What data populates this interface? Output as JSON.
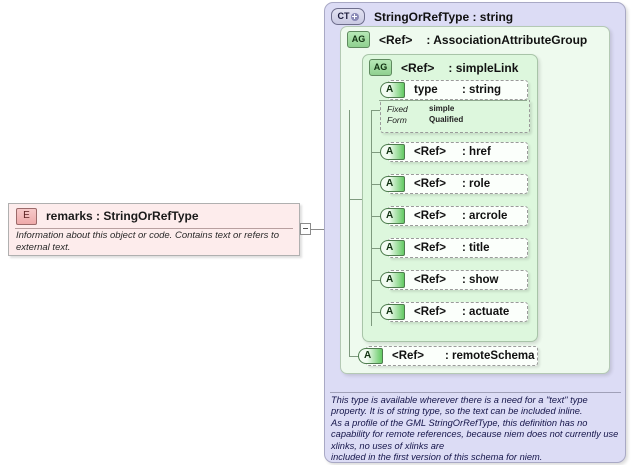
{
  "diagram": {
    "kind": "xsd-schema-diagram",
    "colors": {
      "complex_type_bg": "#dcdcf5",
      "attribute_group_bg": "#eefaee",
      "attribute_group_inner_bg": "#ddf7dd",
      "element_bg": "#fdecec",
      "attribute_badge_green": "#63c963",
      "element_badge_pink": "#eeaaaa"
    }
  },
  "element_box": {
    "badge": "E",
    "badge_icon": "element-icon",
    "name": "remarks",
    "separator": ":",
    "type": "StringOrRefType",
    "title": "remarks  :  StringOrRefType",
    "documentation": "Information about this object or code. Contains text or refers to external text."
  },
  "connector": {
    "toggle_icon": "minus-icon",
    "label": "collapse-expand-toggle"
  },
  "complex_type": {
    "badge": "CT",
    "badge_icon": "complex-type-icon",
    "expand_icon": "plus-circle-icon",
    "name": "StringOrRefType",
    "separator": ":",
    "type": "string",
    "title": "StringOrRefType  :  string"
  },
  "attribute_group_outer": {
    "badge": "AG",
    "badge_icon": "attribute-group-icon",
    "name": "<Ref>",
    "separator": ":",
    "type": "AssociationAttributeGroup"
  },
  "attribute_group_inner": {
    "badge": "AG",
    "badge_icon": "attribute-group-icon",
    "name": "<Ref>",
    "separator": ":",
    "type": "simpleLink"
  },
  "attributes": [
    {
      "badge": "A",
      "name": "type",
      "separator": ":",
      "type": "string"
    },
    {
      "badge": "A",
      "name": "<Ref>",
      "separator": ":",
      "type": "href"
    },
    {
      "badge": "A",
      "name": "<Ref>",
      "separator": ":",
      "type": "role"
    },
    {
      "badge": "A",
      "name": "<Ref>",
      "separator": ":",
      "type": "arcrole"
    },
    {
      "badge": "A",
      "name": "<Ref>",
      "separator": ":",
      "type": "title"
    },
    {
      "badge": "A",
      "name": "<Ref>",
      "separator": ":",
      "type": "show"
    },
    {
      "badge": "A",
      "name": "<Ref>",
      "separator": ":",
      "type": "actuate"
    }
  ],
  "attribute_remote_schema": {
    "badge": "A",
    "name": "<Ref>",
    "separator": ":",
    "type": "remoteSchema"
  },
  "facets": [
    {
      "key": "Fixed",
      "value": "simple"
    },
    {
      "key": "Form",
      "value": "Qualified"
    }
  ],
  "annotation": {
    "text": "This type is available wherever there is a need for a \"text\" type property. It is of string type, so the text can be included inline.\nAs a profile of the GML StringOrRefType, this definition has no capability for remote references, because niem does not currently use xlinks, no uses of xlinks are\nincluded in the first version of this schema for niem."
  }
}
